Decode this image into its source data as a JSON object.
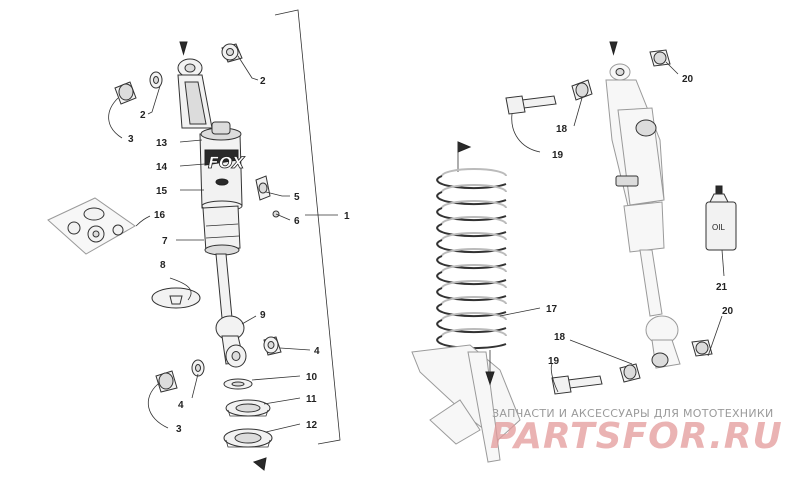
{
  "diagram": {
    "callouts": {
      "c1": "1",
      "c2a": "2",
      "c2b": "2",
      "c3a": "3",
      "c3b": "3",
      "c4a": "4",
      "c4b": "4",
      "c5": "5",
      "c6": "6",
      "c7": "7",
      "c8": "8",
      "c9": "9",
      "c10": "10",
      "c11": "11",
      "c12": "12",
      "c13": "13",
      "c14": "14",
      "c15": "15",
      "c16": "16",
      "c17": "17",
      "c18a": "18",
      "c18b": "18",
      "c19a": "19",
      "c19b": "19",
      "c20a": "20",
      "c20b": "20",
      "c21": "21"
    },
    "bottle_label": "OIL",
    "logo_text": "FOX",
    "watermark": {
      "line1": "ЗАПЧАСТИ И АКСЕССУАРЫ ДЛЯ МОТОТЕХНИКИ",
      "line2": "PARTSFOR.RU"
    }
  }
}
